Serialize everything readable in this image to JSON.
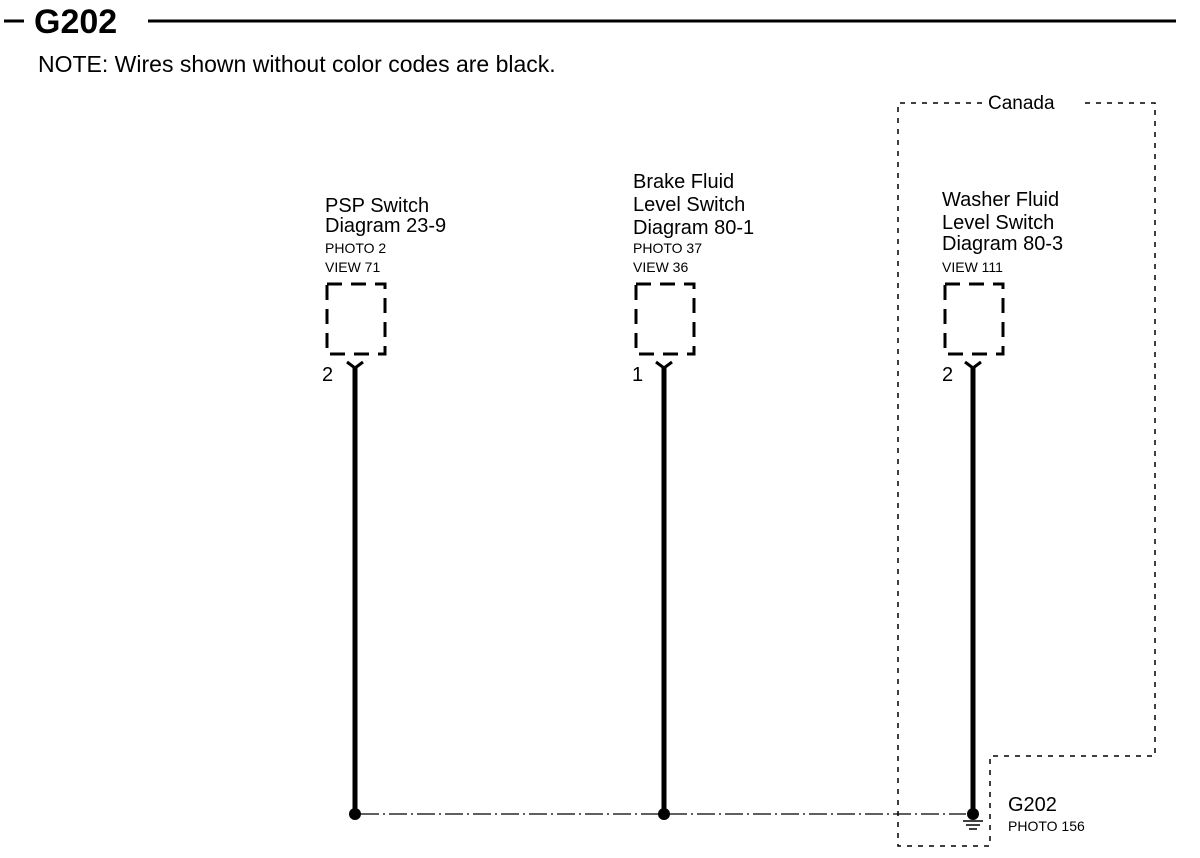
{
  "header": {
    "title": "G202",
    "note": "NOTE: Wires shown without color codes are black."
  },
  "region": {
    "label": "Canada"
  },
  "components": [
    {
      "name_lines": [
        "PSP Switch",
        "Diagram 23-9"
      ],
      "photo": "PHOTO 2",
      "view": "VIEW 71",
      "pin": "2"
    },
    {
      "name_lines": [
        "Brake Fluid",
        "Level Switch",
        "Diagram 80-1"
      ],
      "photo": "PHOTO 37",
      "view": "VIEW 36",
      "pin": "1"
    },
    {
      "name_lines": [
        "Washer Fluid",
        "Level Switch",
        "Diagram 80-3"
      ],
      "photo": "",
      "view": "VIEW 111",
      "pin": "2"
    }
  ],
  "ground": {
    "label": "G202",
    "photo": "PHOTO 156"
  },
  "colors": {
    "line": "#000000",
    "background": "#ffffff"
  }
}
